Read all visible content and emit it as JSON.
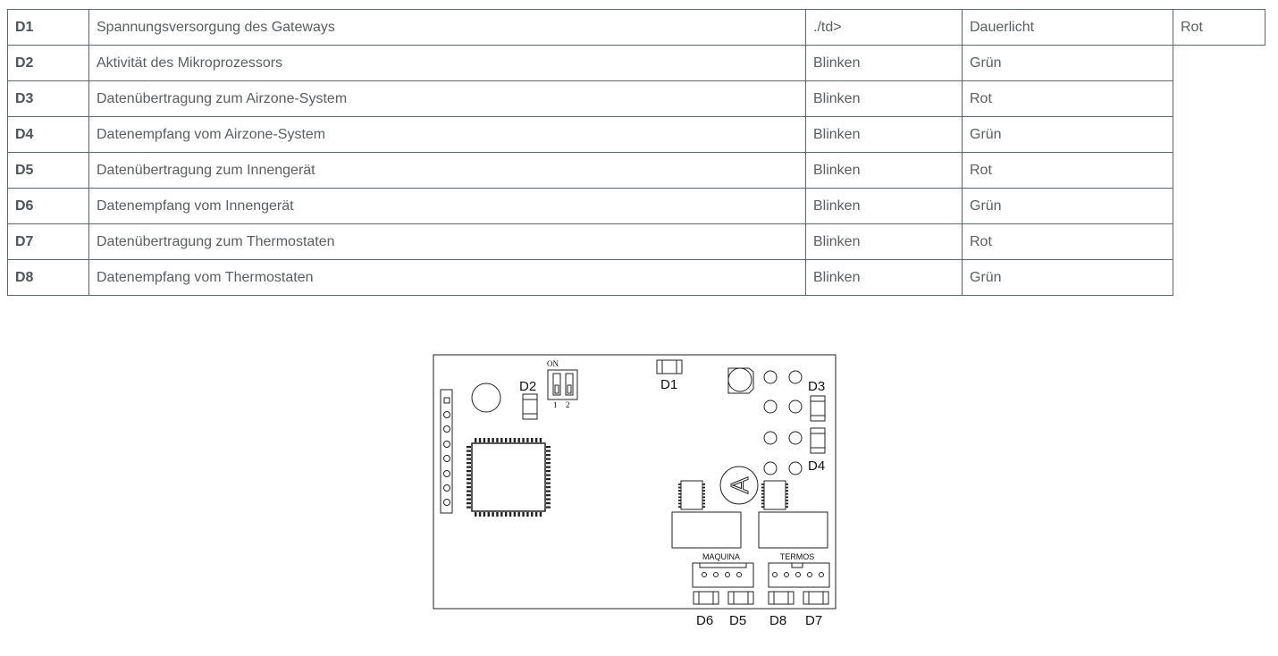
{
  "table": {
    "rows": [
      {
        "id": "D1",
        "description": "Spannungsversorgung des Gateways",
        "mode": "./td>",
        "color": "Dauerlicht",
        "extra": "Rot"
      },
      {
        "id": "D2",
        "description": "Aktivität des Mikroprozessors",
        "mode": "Blinken",
        "color": "Grün"
      },
      {
        "id": "D3",
        "description": "Datenübertragung zum Airzone-System",
        "mode": "Blinken",
        "color": "Rot"
      },
      {
        "id": "D4",
        "description": "Datenempfang vom Airzone-System",
        "mode": "Blinken",
        "color": "Grün"
      },
      {
        "id": "D5",
        "description": "Datenübertragung zum Innengerät",
        "mode": "Blinken",
        "color": "Rot"
      },
      {
        "id": "D6",
        "description": "Datenempfang vom Innengerät",
        "mode": "Blinken",
        "color": "Grün"
      },
      {
        "id": "D7",
        "description": "Datenübertragung zum Thermostaten",
        "mode": "Blinken",
        "color": "Rot"
      },
      {
        "id": "D8",
        "description": "Datenempfang vom Thermostaten",
        "mode": "Blinken",
        "color": "Grün"
      }
    ]
  },
  "diagram": {
    "labels": {
      "d1": "D1",
      "d2": "D2",
      "d3": "D3",
      "d4": "D4",
      "d5": "D5",
      "d6": "D6",
      "d7": "D7",
      "d8": "D8",
      "on": "ON",
      "sw1": "1",
      "sw2": "2",
      "maquina": "MAQUINA",
      "termos": "TERMOS",
      "logo": "A"
    }
  }
}
